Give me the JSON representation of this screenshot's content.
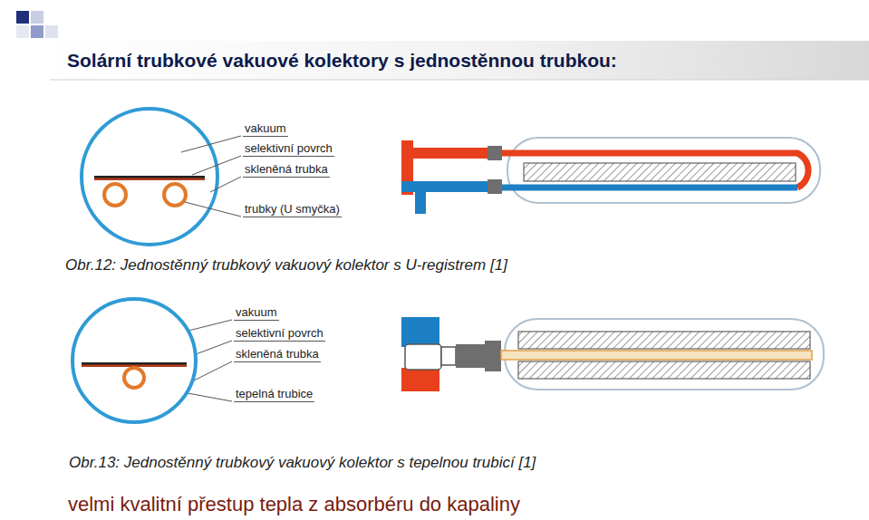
{
  "diagram": {
    "title": "Solární trubkové vakuové kolektory s jednostěnnou trubkou:",
    "labels": [
      "vakuum",
      "selektivní povrch",
      "skleněná trubka",
      "trubky (U smyčka)",
      "Obr.12: Jednostěnný trubkový vakuový kolektor s U-registrem [1]",
      "vakuum",
      "selektivní povrch",
      "skleněná trubka",
      "tepelná trubice",
      "Obr.13: Jednostěnný trubkový vakuový kolektor s tepelnou trubicí [1]",
      "velmi kvalitní přestup tepla z absorbéru do kapaliny"
    ]
  }
}
